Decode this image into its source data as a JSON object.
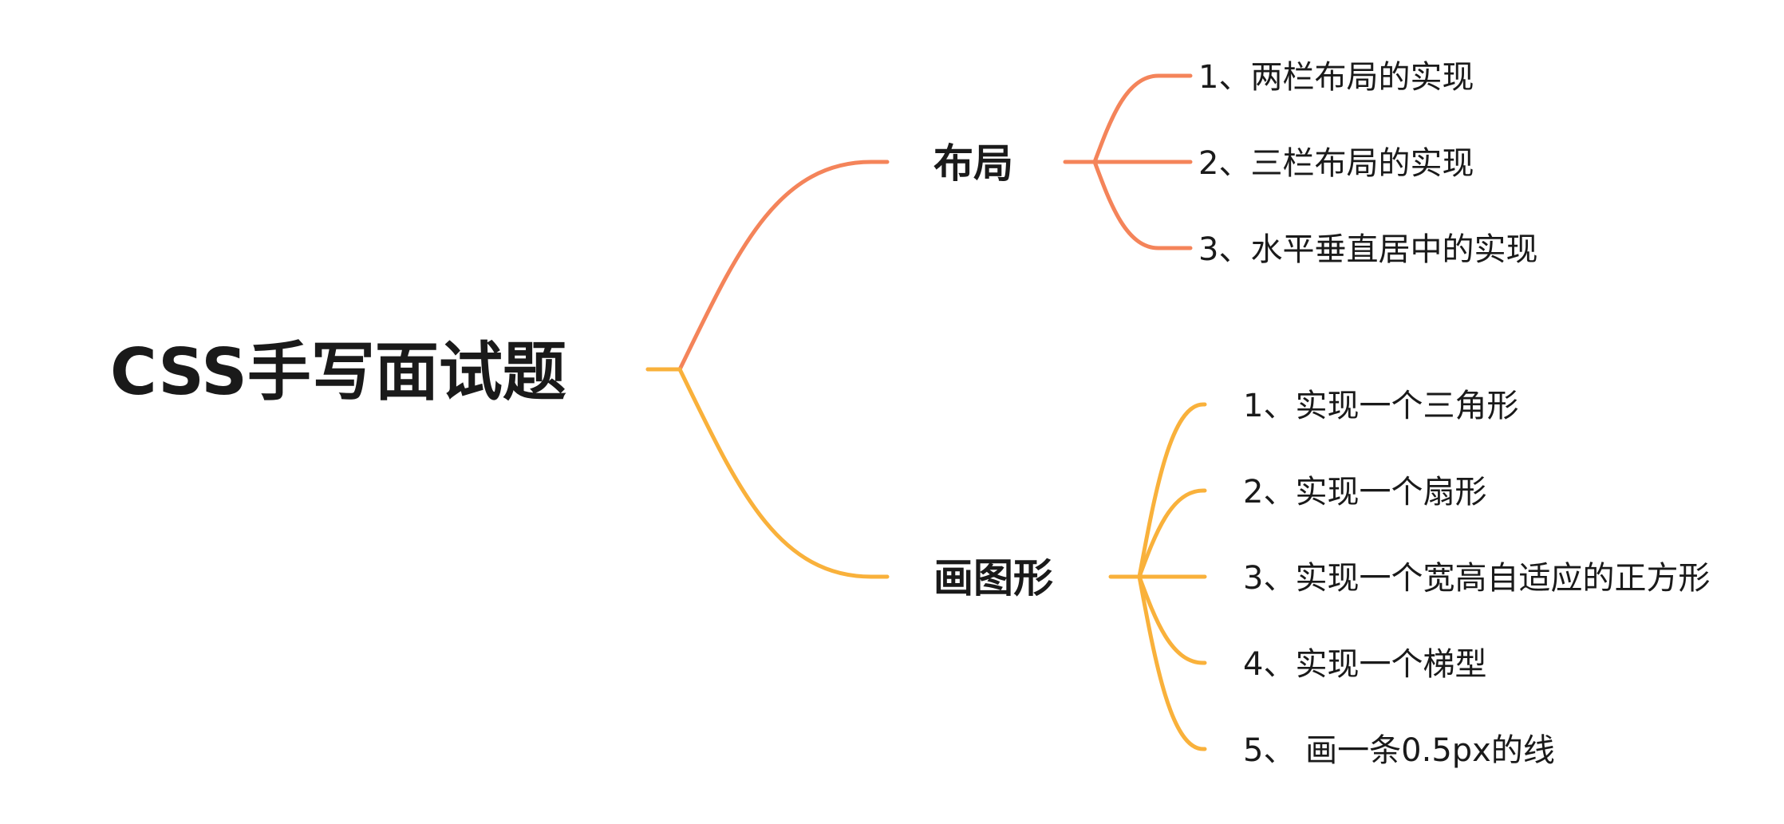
{
  "root": {
    "label": "CSS手写面试题"
  },
  "colors": {
    "branch_layout": "#f4845a",
    "branch_shapes": "#f9b13b",
    "text": "#1a1a1a",
    "background": "#ffffff"
  },
  "branches": [
    {
      "label": "布局",
      "color_key": "branch_layout",
      "items": [
        "1、两栏布局的实现",
        "2、三栏布局的实现",
        "3、水平垂直居中的实现"
      ]
    },
    {
      "label": "画图形",
      "color_key": "branch_shapes",
      "items": [
        "1、实现一个三角形",
        "2、实现一个扇形",
        "3、实现一个宽高自适应的正方形",
        "4、实现一个梯型",
        "5、 画一条0.5px的线"
      ]
    }
  ]
}
